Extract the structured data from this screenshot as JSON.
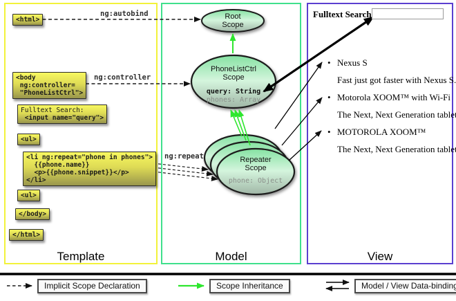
{
  "columns": {
    "template": {
      "title": "Template"
    },
    "model": {
      "title": "Model"
    },
    "view": {
      "title": "View"
    }
  },
  "template_code": {
    "html_open": "<html>",
    "body_open": "<body\n ng:controller=\n \"PhoneListCtrl\">",
    "search_box": {
      "label": "Fulltext Search:",
      "input_code": " <input name=\"query\">"
    },
    "ul_open": "<ul>",
    "li_repeat": "<li ng:repeat=\"phone in phones\">\n  {{phone.name}}\n  <p>{{phone.snippet}}</p>\n</li>",
    "ul_close": "<ul>",
    "body_close": "</body>",
    "html_close": "</html>"
  },
  "arrow_labels": {
    "autobind": "ng:autobind",
    "controller": "ng:controller",
    "repeat": "ng:repeat"
  },
  "scopes": {
    "root": {
      "name": "Root\nScope"
    },
    "phone_list": {
      "name": "PhoneListCtrl\nScope",
      "prop_query": "query: String",
      "prop_phones": "phones: Array"
    },
    "repeater": {
      "name": "Repeater\nScope",
      "prop_phone": "phone: Object"
    }
  },
  "view": {
    "search_label": "Fulltext Search:",
    "search_value": "",
    "bullet_glyph": "•",
    "items": [
      {
        "title": "Nexus S",
        "desc": "Fast just got faster with Nexus S."
      },
      {
        "title": "Motorola XOOM™  with Wi-Fi",
        "desc": "The Next, Next Generation tablet."
      },
      {
        "title": "MOTOROLA XOOM™",
        "desc": "The Next, Next Generation tablet."
      }
    ]
  },
  "legend": {
    "implicit": "Implicit Scope Declaration",
    "inheritance": "Scope Inheritance",
    "databinding": "Model / View Data-binding"
  },
  "colors": {
    "template_border": "#f2f23a",
    "model_border": "#3fe08c",
    "view_border": "#5b3fd0",
    "inheritance_green": "#2ee62e",
    "scope_fill_top": "#85e2a2",
    "scope_fill_mid": "#d4f5dd",
    "scope_fill_bottom": "#a0b6a6",
    "codebox_yellow": "#f8f860"
  }
}
